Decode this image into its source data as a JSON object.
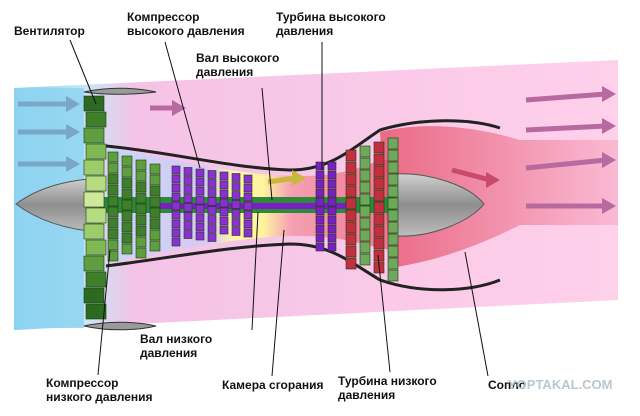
{
  "labels": {
    "fan": "Вентилятор",
    "hp_compressor": [
      "Компрессор",
      "высокого давления"
    ],
    "hp_turbine": [
      "Турбина высокого",
      "давления"
    ],
    "hp_shaft": [
      "Вал высокого",
      "давления"
    ],
    "lp_shaft": [
      "Вал низкого",
      "давления"
    ],
    "lp_compressor": [
      "Компрессор",
      "низкого давления"
    ],
    "combustor": "Камера сгорания",
    "lp_turbine": [
      "Турбина низкого",
      "давления"
    ],
    "nozzle": "Сопло",
    "watermark": "YOPTAKAL.COM"
  },
  "colors": {
    "inlet": "#8fd3f0",
    "bypass": "#f9b8e0",
    "exhaust": "#e8607a",
    "fan": "#8fbf5a",
    "hp_compressor": "#8a2fd0",
    "combustor": "#f6e86a",
    "shaft": "#2c8a3a",
    "lp_turbine": "#c23040",
    "arrow": "#b86aa0",
    "line": "#000000"
  }
}
